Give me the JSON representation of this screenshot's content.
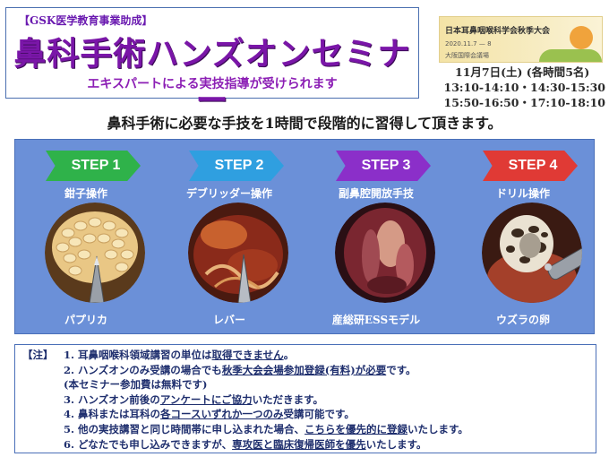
{
  "header": {
    "sponsor": "【GSK医学教育事業助成】",
    "title": "鼻科手術ハンズオンセミナー",
    "subtitle": "エキスパートによる実技指導が受けられます"
  },
  "event_banner": {
    "name": "日本耳鼻咽喉科学会秋季大会",
    "date": "2020.11.7 — 8",
    "venue": "大阪国際会議場"
  },
  "schedule": {
    "date": "11月7日(土) (各時間5名)",
    "slots_line1": "13:10-14:10・14:30-15:30",
    "slots_line2": "15:50-16:50・17:10-18:10"
  },
  "intro": "鼻科手術に必要な手技を1時間で段階的に習得して頂きます。",
  "steps": [
    {
      "label": "STEP 1",
      "name": "鉗子操作",
      "caption": "パプリカ",
      "color": "#2fb24a"
    },
    {
      "label": "STEP 2",
      "name": "デブリッダー操作",
      "caption": "レバー",
      "color": "#2f9fe0"
    },
    {
      "label": "STEP 3",
      "name": "副鼻腔開放手技",
      "caption": "産総研ESSモデル",
      "color": "#8b2fc9"
    },
    {
      "label": "STEP 4",
      "name": "ドリル操作",
      "caption": "ウズラの卵",
      "color": "#e03a35"
    }
  ],
  "notes": {
    "head": "【注】",
    "n1_num": "1.",
    "n1_a": "耳鼻咽喉科領域講習の単位は",
    "n1_u": "取得できません",
    "n1_b": "。",
    "n2_num": "2.",
    "n2_a": "ハンズオンのみ受講の場合でも",
    "n2_u": "秋季大会会場参加登録(有料)が必要",
    "n2_b": "です。",
    "n2_sub": "(本セミナー参加費は無料です)",
    "n3_num": "3.",
    "n3_a": "ハンズオン前後の",
    "n3_u": "アンケートにご協力",
    "n3_b": "いただきます。",
    "n4_num": "4.",
    "n4_a": "鼻科または耳科の",
    "n4_u": "各コースいずれか一つのみ",
    "n4_b": "受講可能です。",
    "n5_num": "5.",
    "n5_a": "他の実技講習と同じ時間帯に申し込まれた場合、",
    "n5_u": "こちらを優先的に登録",
    "n5_b": "いたします。",
    "n6_num": "6.",
    "n6_a": "どなたでも申し込みできますが、",
    "n6_u": "専攻医と臨床復帰医師を優先",
    "n6_b": "いたします。"
  }
}
